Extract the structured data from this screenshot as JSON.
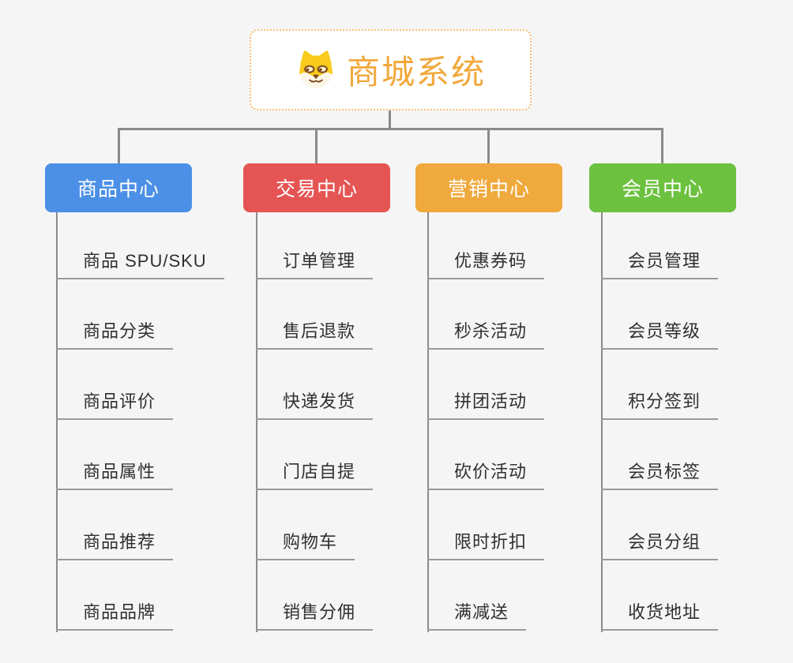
{
  "root": {
    "title": "商城系统",
    "icon": "dog-face-icon",
    "title_color": "#F1A83B",
    "border_color": "#F5BE74"
  },
  "columns": [
    {
      "label": "商品中心",
      "color": "#4B90E6",
      "items": [
        "商品 SPU/SKU",
        "商品分类",
        "商品评价",
        "商品属性",
        "商品推荐",
        "商品品牌"
      ]
    },
    {
      "label": "交易中心",
      "color": "#E45553",
      "items": [
        "订单管理",
        "售后退款",
        "快递发货",
        "门店自提",
        "购物车",
        "销售分佣"
      ]
    },
    {
      "label": "营销中心",
      "color": "#EFA93C",
      "items": [
        "优惠券码",
        "秒杀活动",
        "拼团活动",
        "砍价活动",
        "限时折扣",
        "满减送"
      ]
    },
    {
      "label": "会员中心",
      "color": "#6CC13F",
      "items": [
        "会员管理",
        "会员等级",
        "积分签到",
        "会员标签",
        "会员分组",
        "收货地址"
      ]
    }
  ],
  "connector_color": "#8A8A8A",
  "underline_color": "#9A9A9A",
  "background_color": "#F5F5F5",
  "text_color": "#303030"
}
